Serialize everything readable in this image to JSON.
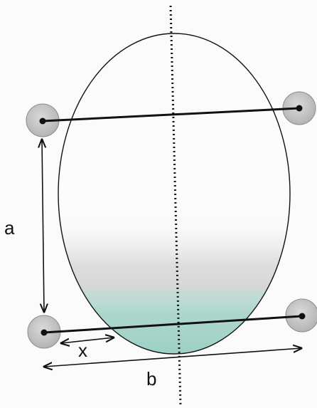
{
  "labels": {
    "a": "a",
    "x": "x",
    "b": "b"
  },
  "colors": {
    "outline": "#111111",
    "marker_fill": "#c9c9c9",
    "fluid": "#a8d6cc",
    "shade": "#cfcfcf"
  }
}
